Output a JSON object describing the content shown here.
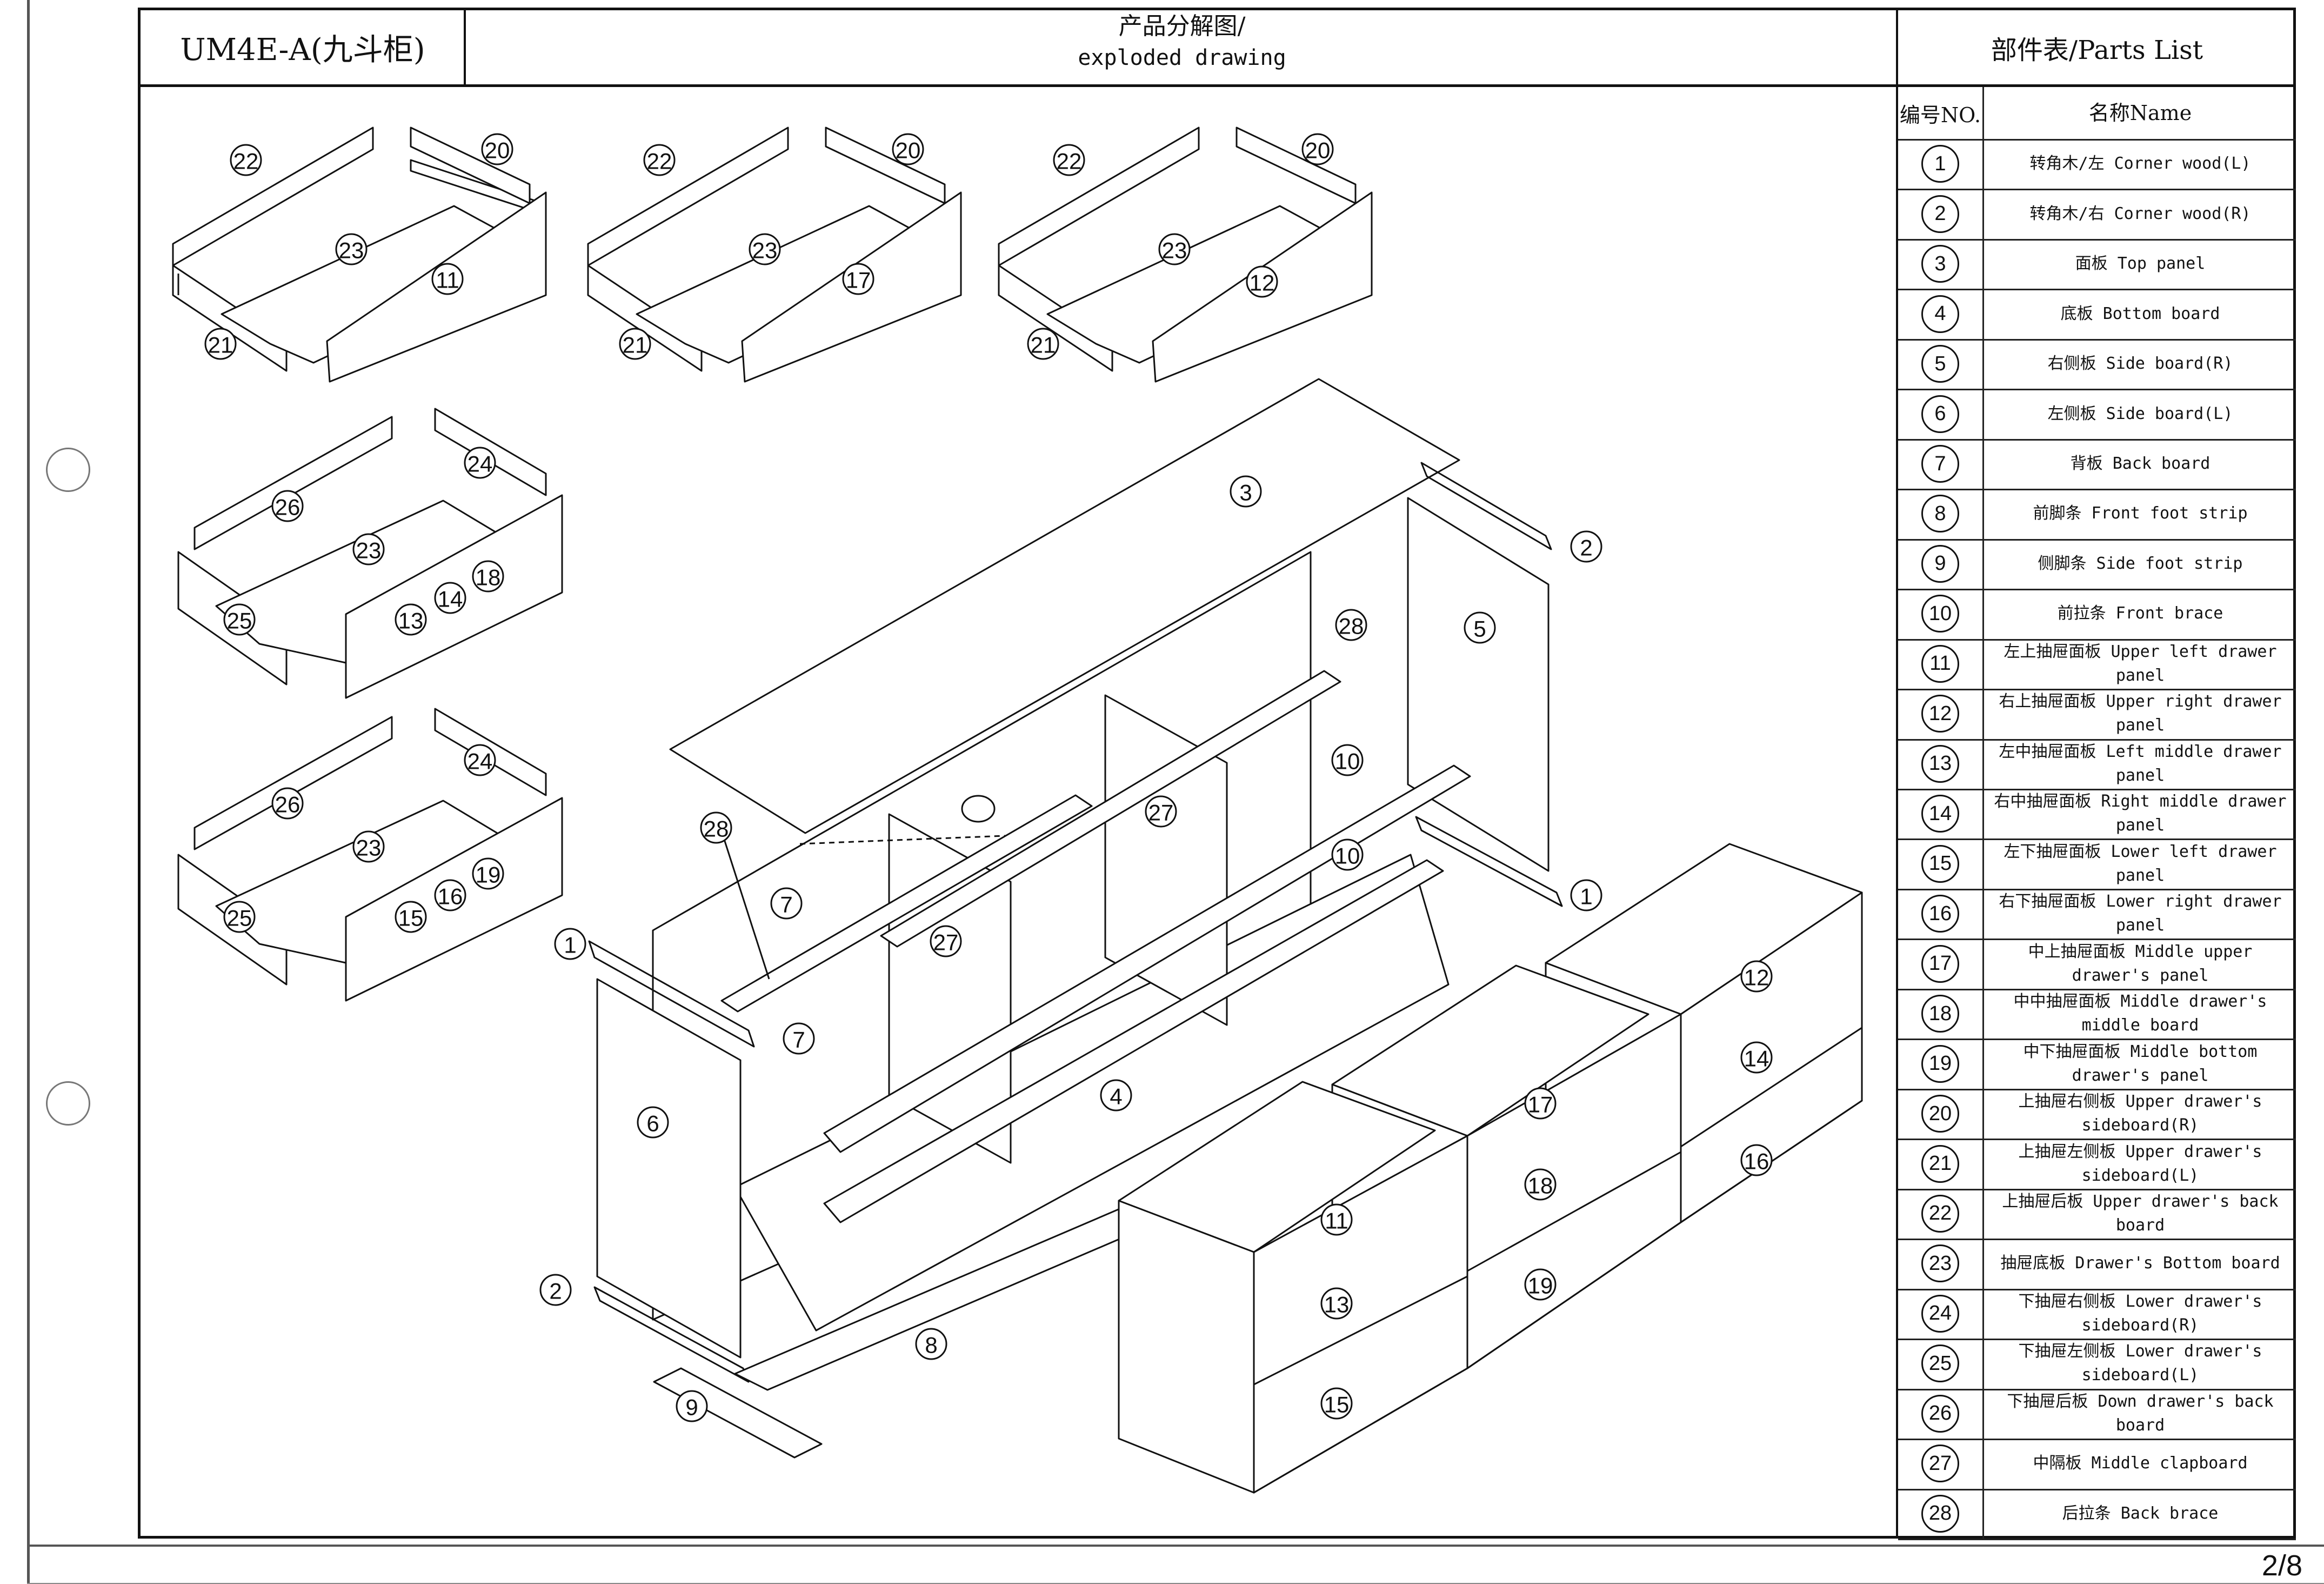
{
  "header": {
    "model": "UM4E-A(九斗柜)",
    "drawing_title_line1": "产品分解图/",
    "drawing_title_line2": "exploded drawing",
    "parts_title": "部件表/Parts List"
  },
  "parts_table": {
    "col_no": "编号NO.",
    "col_name": "名称Name",
    "rows": [
      {
        "no": "1",
        "name": "转角木/左 Corner wood(L)"
      },
      {
        "no": "2",
        "name": "转角木/右 Corner wood(R)"
      },
      {
        "no": "3",
        "name": "面板 Top panel"
      },
      {
        "no": "4",
        "name": "底板 Bottom board"
      },
      {
        "no": "5",
        "name": "右侧板 Side board(R)"
      },
      {
        "no": "6",
        "name": "左侧板 Side board(L)"
      },
      {
        "no": "7",
        "name": "背板 Back board"
      },
      {
        "no": "8",
        "name": "前脚条 Front foot strip"
      },
      {
        "no": "9",
        "name": "侧脚条 Side foot strip"
      },
      {
        "no": "10",
        "name": "前拉条 Front brace"
      },
      {
        "no": "11",
        "name": "左上抽屉面板 Upper left drawer panel"
      },
      {
        "no": "12",
        "name": "右上抽屉面板 Upper right drawer panel"
      },
      {
        "no": "13",
        "name": "左中抽屉面板 Left middle drawer panel"
      },
      {
        "no": "14",
        "name": "右中抽屉面板 Right middle drawer panel"
      },
      {
        "no": "15",
        "name": "左下抽屉面板 Lower left drawer panel"
      },
      {
        "no": "16",
        "name": "右下抽屉面板 Lower right drawer panel"
      },
      {
        "no": "17",
        "name": "中上抽屉面板 Middle upper drawer's panel"
      },
      {
        "no": "18",
        "name": "中中抽屉面板 Middle drawer's middle board"
      },
      {
        "no": "19",
        "name": "中下抽屉面板 Middle bottom drawer's panel"
      },
      {
        "no": "20",
        "name": "上抽屉右侧板 Upper drawer's sideboard(R)"
      },
      {
        "no": "21",
        "name": "上抽屉左侧板 Upper drawer's sideboard(L)"
      },
      {
        "no": "22",
        "name": "上抽屉后板 Upper drawer's back board"
      },
      {
        "no": "23",
        "name": "抽屉底板 Drawer's Bottom board"
      },
      {
        "no": "24",
        "name": "下抽屉右侧板 Lower drawer's sideboard(R)"
      },
      {
        "no": "25",
        "name": "下抽屉左侧板 Lower drawer's sideboard(L)"
      },
      {
        "no": "26",
        "name": "下抽屉后板 Down drawer's back board"
      },
      {
        "no": "27",
        "name": "中隔板 Middle clapboard"
      },
      {
        "no": "28",
        "name": "后拉条 Back brace"
      }
    ]
  },
  "callouts": {
    "c22": "22",
    "c20": "20",
    "c23": "23",
    "c11": "11",
    "c21": "21",
    "c17": "17",
    "c12": "12",
    "c24": "24",
    "c26": "26",
    "c18": "18",
    "c14": "14",
    "c13": "13",
    "c25": "25",
    "c19": "19",
    "c16": "16",
    "c15": "15",
    "c3": "3",
    "c2": "2",
    "c5": "5",
    "c28": "28",
    "c10": "10",
    "c27": "27",
    "c1": "1",
    "c7": "7",
    "c6": "6",
    "c4": "4",
    "c8": "8",
    "c9": "9"
  },
  "footer": {
    "page": "2/8"
  }
}
